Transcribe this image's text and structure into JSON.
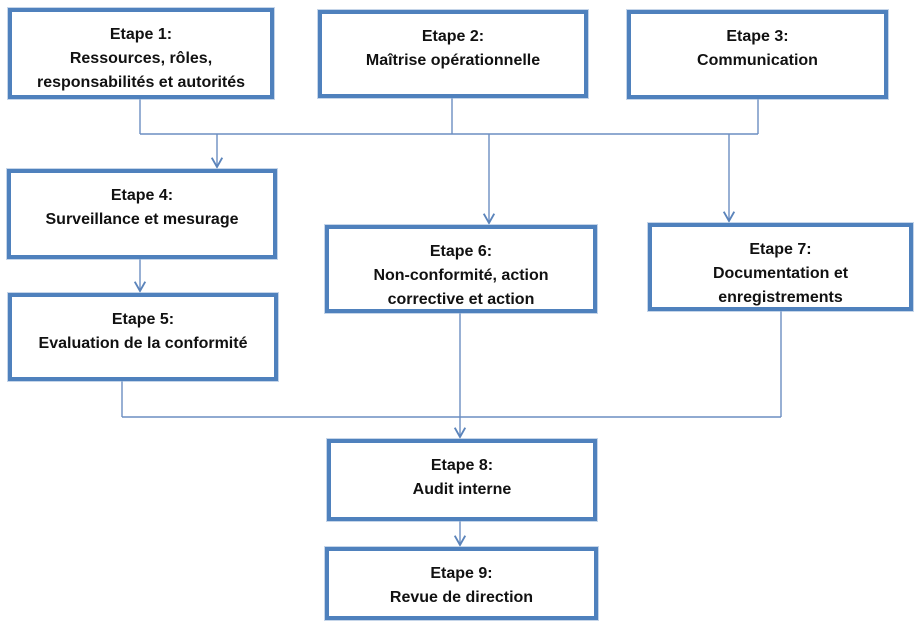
{
  "diagram": {
    "type": "flowchart",
    "language": "fr",
    "colors": {
      "box_border": "#4f81bd",
      "box_border_halo": "#95b3d7",
      "connector": "#6c8ec2",
      "text": "#111111",
      "background": "#ffffff"
    },
    "boxes": [
      {
        "id": "etape-1",
        "lines": [
          "Etape 1:",
          "Ressources, rôles,",
          "responsabilités et autorités"
        ]
      },
      {
        "id": "etape-2",
        "lines": [
          "Etape 2:",
          "Maîtrise opérationnelle"
        ]
      },
      {
        "id": "etape-3",
        "lines": [
          "Etape 3:",
          "Communication"
        ]
      },
      {
        "id": "etape-4",
        "lines": [
          "Etape 4:",
          "Surveillance et mesurage"
        ]
      },
      {
        "id": "etape-5",
        "lines": [
          "Etape 5:",
          "Evaluation de la conformité"
        ]
      },
      {
        "id": "etape-6",
        "lines": [
          "Etape 6:",
          "Non-conformité, action",
          "corrective et action"
        ]
      },
      {
        "id": "etape-7",
        "lines": [
          "Etape 7:",
          "Documentation et",
          "enregistrements"
        ]
      },
      {
        "id": "etape-8",
        "lines": [
          "Etape 8:",
          "Audit interne"
        ]
      },
      {
        "id": "etape-9",
        "lines": [
          "Etape 9:",
          "Revue de direction"
        ]
      }
    ],
    "edges": [
      {
        "from": [
          "etape-1",
          "etape-2",
          "etape-3"
        ],
        "to": [
          "etape-4",
          "etape-6",
          "etape-7"
        ],
        "style": "merge-bus-split",
        "arrowheads": true
      },
      {
        "from": [
          "etape-4"
        ],
        "to": [
          "etape-5"
        ],
        "style": "straight",
        "arrowheads": true
      },
      {
        "from": [
          "etape-5",
          "etape-6",
          "etape-7"
        ],
        "to": [
          "etape-8"
        ],
        "style": "merge-bus",
        "arrowheads": true
      },
      {
        "from": [
          "etape-8"
        ],
        "to": [
          "etape-9"
        ],
        "style": "straight",
        "arrowheads": true
      }
    ]
  }
}
